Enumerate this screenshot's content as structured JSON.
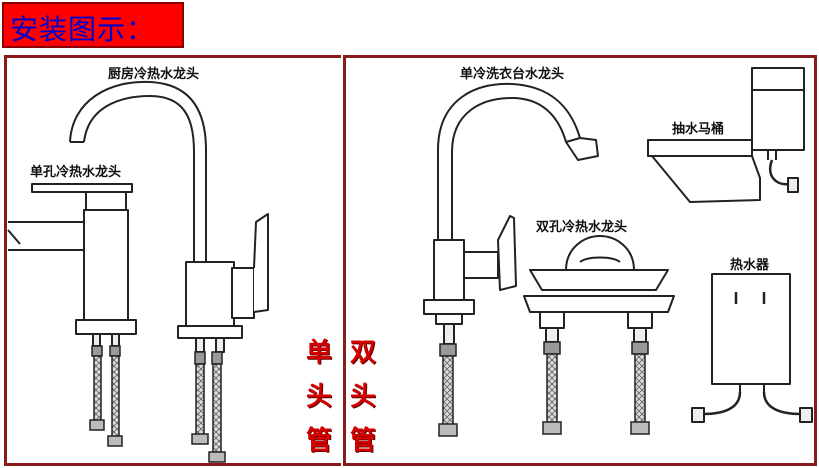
{
  "title": "安装图示：",
  "labels": {
    "kitchen_faucet": "厨房冷热水龙头",
    "basin_faucet": "单孔冷热水龙头",
    "laundry_faucet": "单冷洗衣台水龙头",
    "toilet": "抽水马桶",
    "dual_hole_faucet": "双孔冷热水龙头",
    "water_heater": "热水器"
  },
  "single_hose": [
    "单",
    "头",
    "管"
  ],
  "double_hose": [
    "双",
    "头",
    "管"
  ],
  "colors": {
    "title_bg": "#ff0000",
    "title_text": "#0000cc",
    "frame": "#8b1a1a",
    "accent": "#d40000"
  }
}
